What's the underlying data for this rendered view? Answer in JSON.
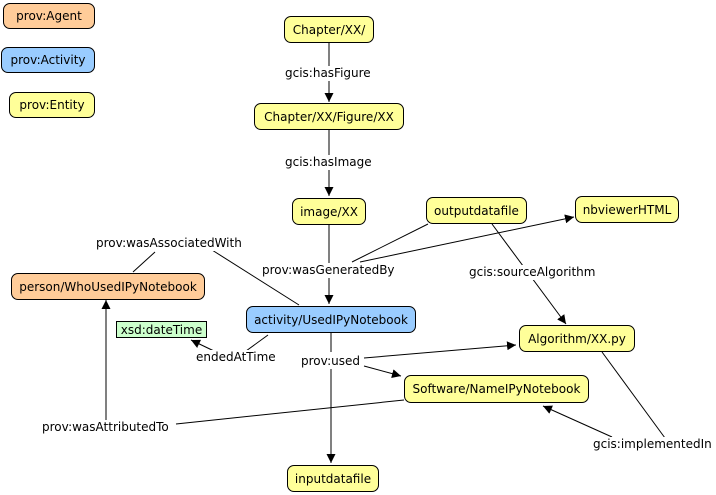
{
  "legend": {
    "agent": "prov:Agent",
    "activity": "prov:Activity",
    "entity": "prov:Entity"
  },
  "nodes": {
    "chapter": "Chapter/XX/",
    "figure": "Chapter/XX/Figure/XX",
    "image": "image/XX",
    "outputdatafile": "outputdatafile",
    "nbviewer": "nbviewerHTML",
    "person": "person/WhoUsedIPyNotebook",
    "activity": "activity/UsedIPyNotebook",
    "datetime": "xsd:dateTime",
    "algorithm": "Algorithm/XX.py",
    "software": "Software/NameIPyNotebook",
    "inputdatafile": "inputdatafile"
  },
  "edge_labels": {
    "hasFigure": "gcis:hasFigure",
    "hasImage": "gcis:hasImage",
    "wasAssociatedWith": "prov:wasAssociatedWith",
    "wasGeneratedBy": "prov:wasGeneratedBy",
    "sourceAlgorithm": "gcis:sourceAlgorithm",
    "endedAtTime": "endedAtTime",
    "used": "prov:used",
    "wasAttributedTo": "prov:wasAttributedTo",
    "implementedIn": "gcis:implementedIn"
  }
}
